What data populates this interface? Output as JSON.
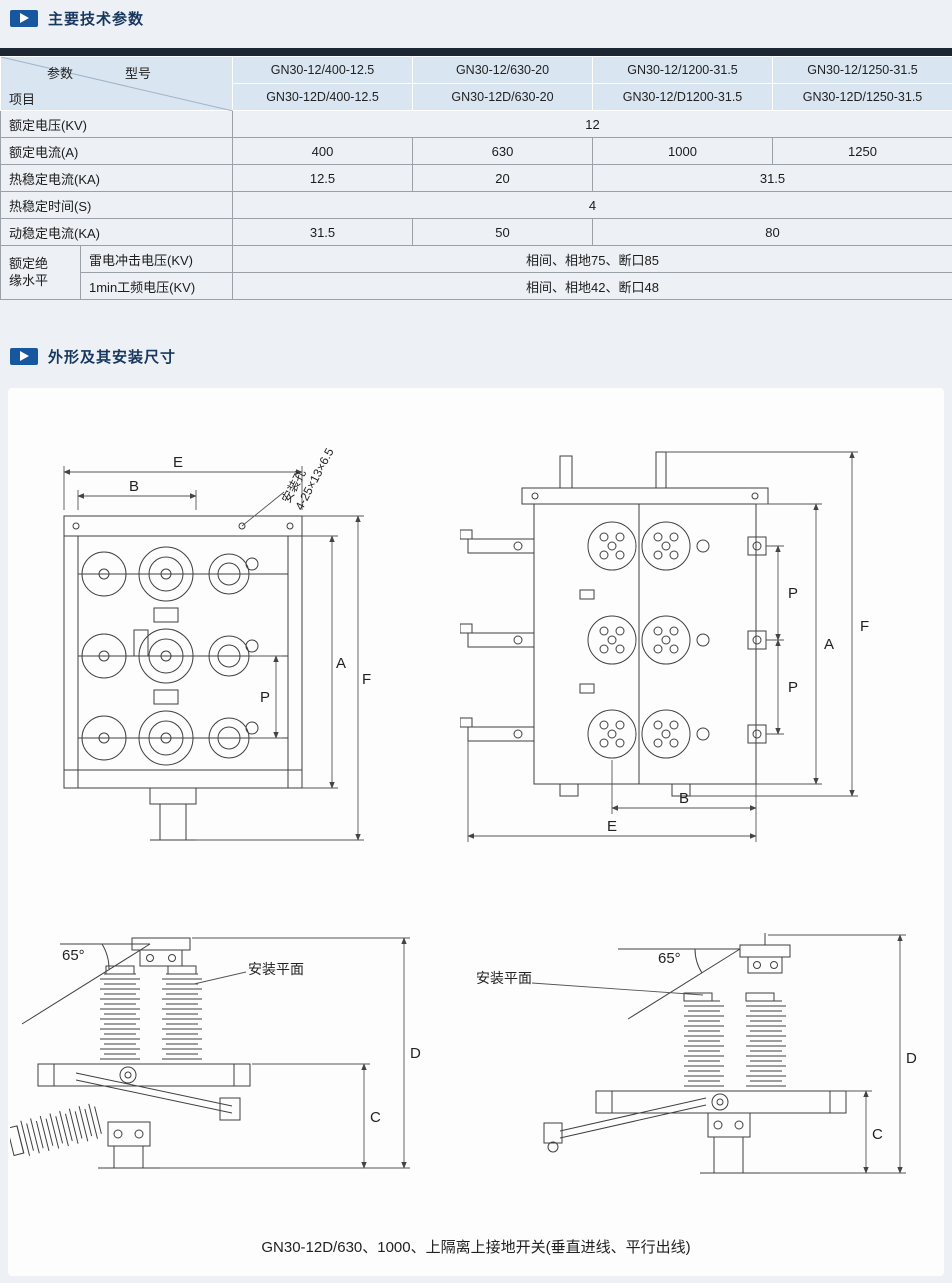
{
  "sections": {
    "params_title": "主要技术参数",
    "dimensions_title": "外形及其安装尺寸"
  },
  "table": {
    "corner": {
      "param": "参数",
      "model": "型号",
      "item": "项目"
    },
    "models_row1": [
      "GN30-12/400-12.5",
      "GN30-12/630-20",
      "GN30-12/1200-31.5",
      "GN30-12/1250-31.5"
    ],
    "models_row2": [
      "GN30-12D/400-12.5",
      "GN30-12D/630-20",
      "GN30-12/D1200-31.5",
      "GN30-12D/1250-31.5"
    ],
    "rows": {
      "voltage": {
        "label": "额定电压(KV)",
        "value": "12"
      },
      "current": {
        "label": "额定电流(A)",
        "v1": "400",
        "v2": "630",
        "v3": "1000",
        "v4": "1250"
      },
      "thermal_current": {
        "label": "热稳定电流(KA)",
        "v1": "12.5",
        "v2": "20",
        "v34": "31.5"
      },
      "thermal_time": {
        "label": "热稳定时间(S)",
        "value": "4"
      },
      "dynamic_current": {
        "label": "动稳定电流(KA)",
        "v1": "31.5",
        "v2": "50",
        "v34": "80"
      },
      "insulation": {
        "label_line1": "额定绝",
        "label_line2": "缘水平",
        "impulse": {
          "label": "雷电冲击电压(KV)",
          "value": "相间、相地75、断口85"
        },
        "power_freq": {
          "label": "1min工频电压(KV)",
          "value": "相间、相地42、断口48"
        }
      }
    }
  },
  "drawings": {
    "front_view": {
      "e": "E",
      "b": "B",
      "a": "A",
      "f": "F",
      "p": "P",
      "hole_note": "安装孔",
      "hole_spec": "4-25×13×6.5"
    },
    "plan_view": {
      "p1": "P",
      "p2": "P",
      "a": "A",
      "f": "F",
      "b": "B",
      "e": "E"
    },
    "left_elev": {
      "angle": "65°",
      "plane": "安装平面",
      "c": "C",
      "d": "D"
    },
    "right_elev": {
      "angle": "65°",
      "plane": "安装平面",
      "c": "C",
      "d": "D"
    }
  },
  "caption": "GN30-12D/630、1000、上隔离上接地开关(垂直进线、平行出线)"
}
